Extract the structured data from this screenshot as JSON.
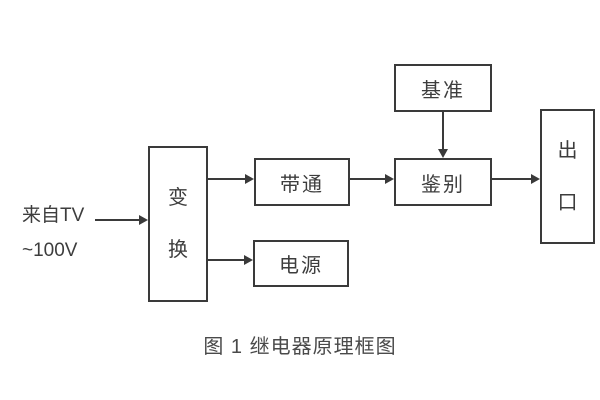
{
  "diagram": {
    "input": {
      "line1": "来自TV",
      "line2": "~100V"
    },
    "boxes": {
      "transform": {
        "label": "变换",
        "chars": [
          "变",
          "换"
        ]
      },
      "bandpass": {
        "label": "带通"
      },
      "power": {
        "label": "电源"
      },
      "reference": {
        "label": "基准"
      },
      "discriminator": {
        "label": "鉴别"
      },
      "output": {
        "label": "出口",
        "chars": [
          "出",
          "口"
        ]
      }
    },
    "arrows": [
      "input-to-transform",
      "transform-to-bandpass",
      "transform-to-power",
      "bandpass-to-discriminator",
      "reference-to-discriminator",
      "discriminator-to-output"
    ],
    "caption": "图 1  继电器原理框图",
    "colors": {
      "line": "#3a3a3a",
      "text": "#3d3d3d",
      "caption_text": "#4a4a4a",
      "background": "#ffffff"
    }
  }
}
